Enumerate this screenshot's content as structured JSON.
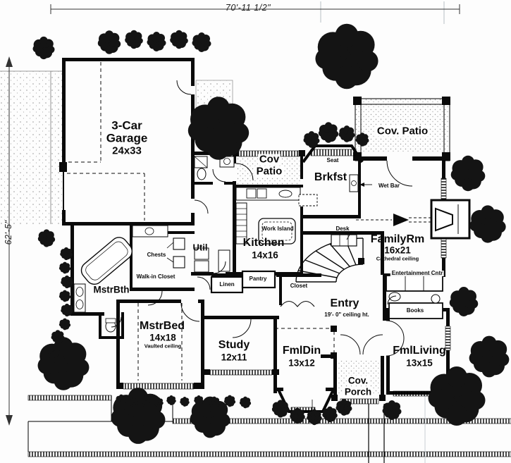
{
  "dimensions": {
    "top": "70'-11 1/2\"",
    "left": "62'-5\""
  },
  "rooms": {
    "garage": {
      "l1": "3-Car",
      "l2": "Garage",
      "size": "24x33"
    },
    "covPatioRight": {
      "name": "Cov. Patio"
    },
    "covPatioMid": {
      "l1": "Cov",
      "l2": "Patio"
    },
    "brkfst": {
      "name": "Brkfst"
    },
    "kitchen": {
      "name": "Kitchen",
      "size": "14x16"
    },
    "familyRm": {
      "name": "FamilyRm",
      "size": "16x21",
      "note": "Cathedral ceiling"
    },
    "util": {
      "name": "Util"
    },
    "mstrBth": {
      "name": "MstrBth"
    },
    "mstrBed": {
      "name": "MstrBed",
      "size": "14x18",
      "note": "Vaulted ceiling"
    },
    "study": {
      "name": "Study",
      "size": "12x11"
    },
    "entry": {
      "name": "Entry",
      "note": "19'- 0\" ceiling ht."
    },
    "fmlDin": {
      "name": "FmlDin",
      "size": "13x12"
    },
    "fmlLiving": {
      "name": "FmlLiving",
      "size": "13x15"
    },
    "covPorch": {
      "l1": "Cov.",
      "l2": "Porch"
    }
  },
  "features": {
    "seat": "Seat",
    "wetBar": "Wet Bar",
    "workIsland": "Work Island",
    "desk": "Desk",
    "entertainment": "Entertainment Cntr",
    "chests": "Chests",
    "walkInCloset": "Walk-in Closet",
    "linen": "Linen",
    "pantry": "Pantry",
    "closet": "Closet",
    "books": "Books"
  },
  "colors": {
    "ink": "#0a0a0a",
    "foliage": "#141414",
    "stipple": "#9a9a9a"
  }
}
